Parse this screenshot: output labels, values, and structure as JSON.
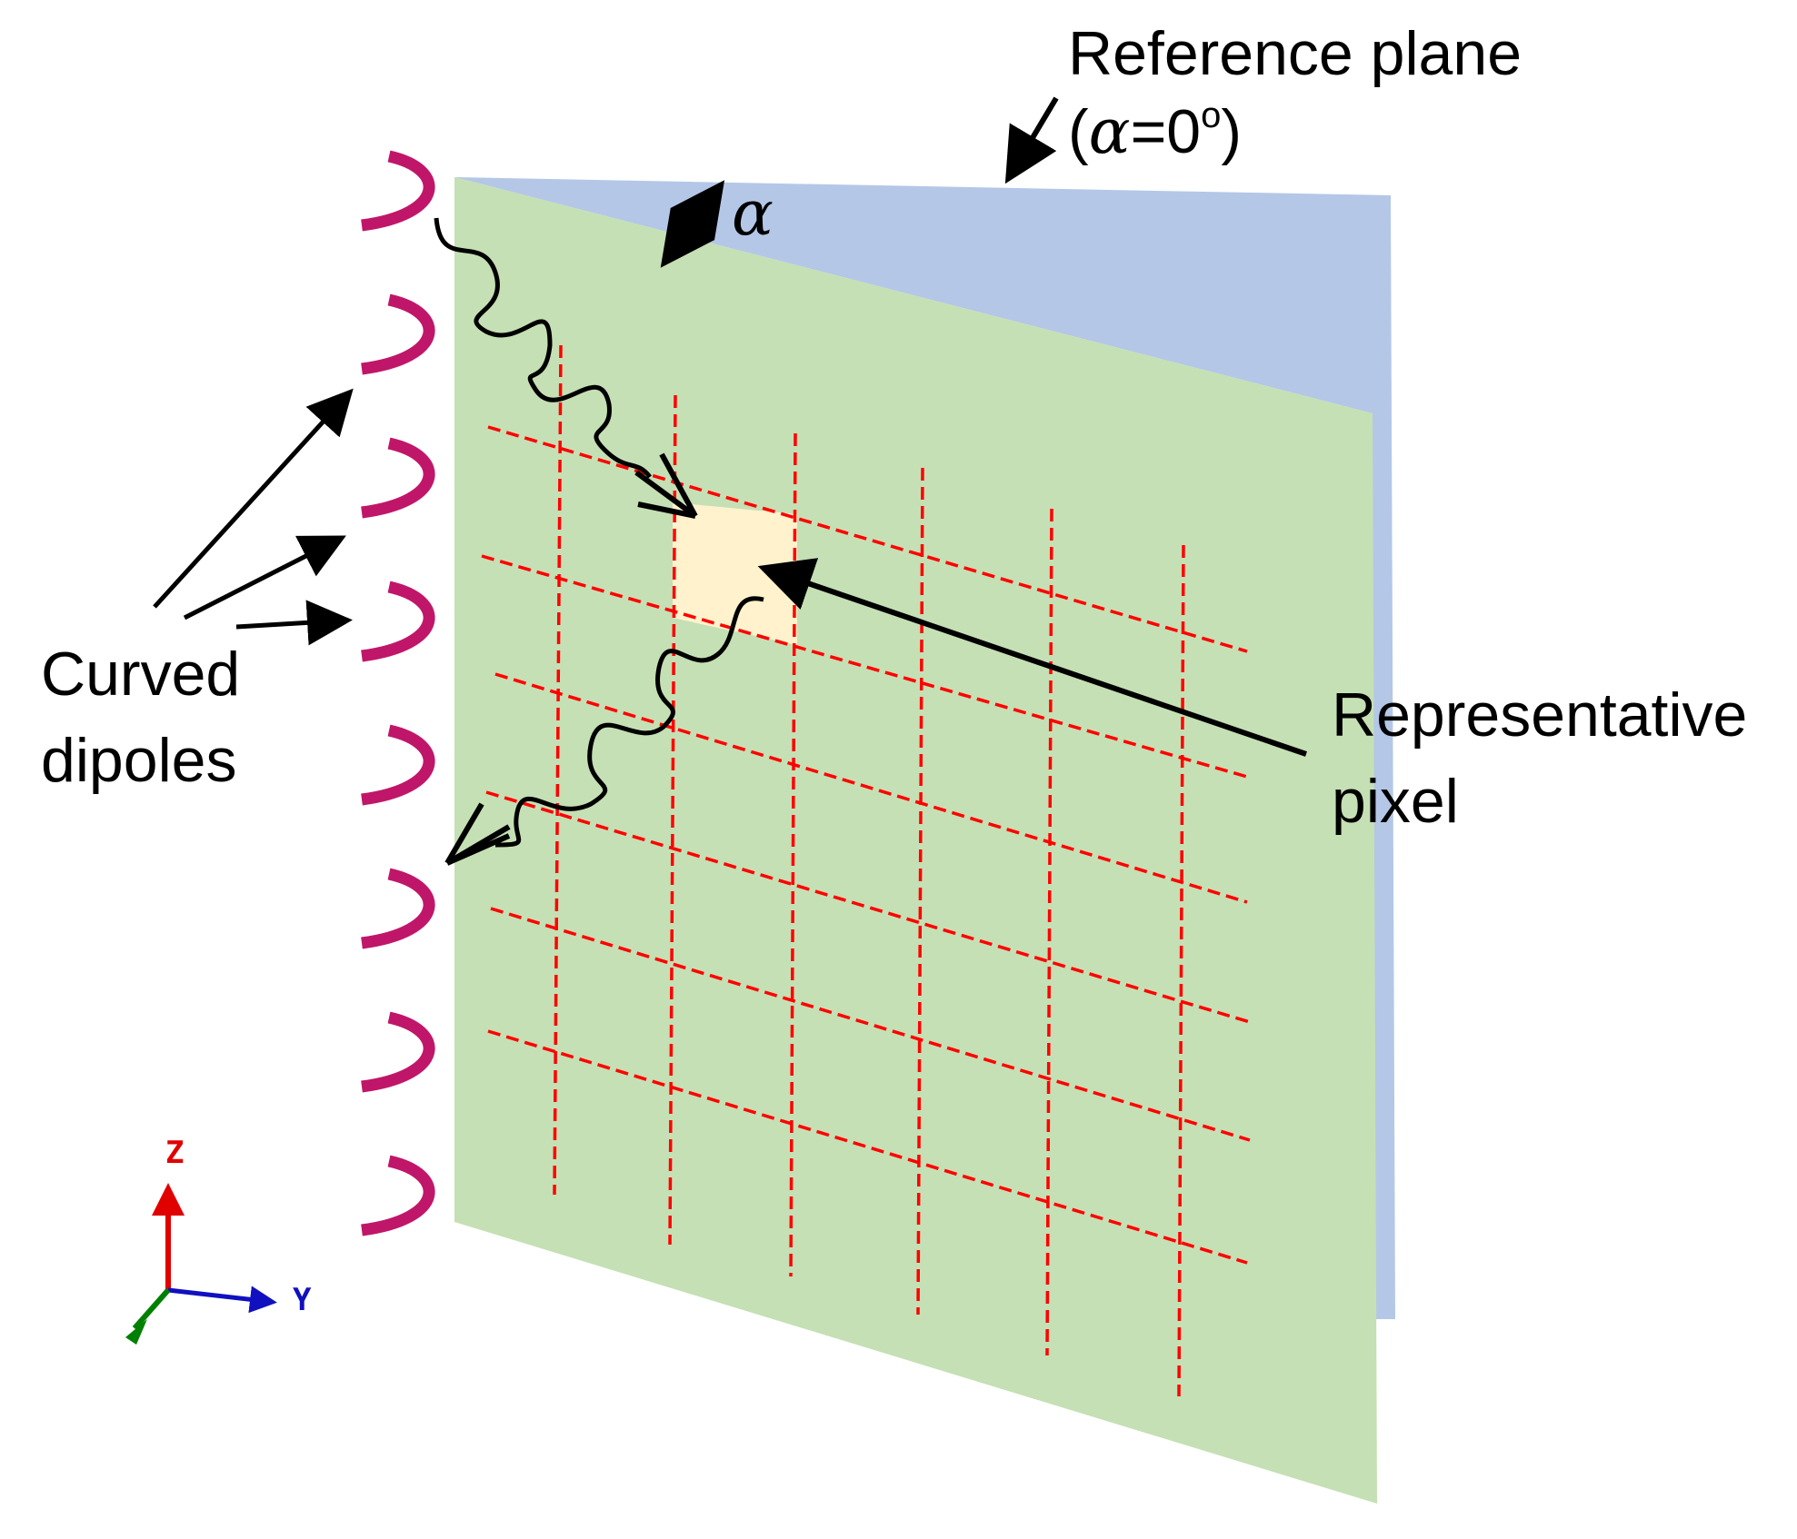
{
  "labels": {
    "reference_plane_line1": "Reference plane",
    "reference_plane_line2_open": "(",
    "reference_plane_alpha": "α",
    "reference_plane_line2_rest": "=0",
    "reference_plane_degree": "o",
    "reference_plane_line2_close": ")",
    "tilt_angle": "α",
    "dipoles_line1": "Curved",
    "dipoles_line2": "dipoles",
    "pixel_line1": "Representative",
    "pixel_line2": "pixel",
    "axis_z": "Z",
    "axis_y": "Y"
  },
  "colors": {
    "reference_plane": "#b4c7e7",
    "tilted_plane": "#c5e0b4",
    "pixel": "#fff2cc",
    "grid": "#ff0000",
    "dipole": "#c0166a",
    "dipole_dark": "#8a0d4a",
    "axis_z": "#e00000",
    "axis_y": "#1010c0",
    "axis_x": "#008000"
  },
  "icons": {
    "dipole": "curved-dipole-icon",
    "axes": "xyz-axis-triad-icon"
  }
}
